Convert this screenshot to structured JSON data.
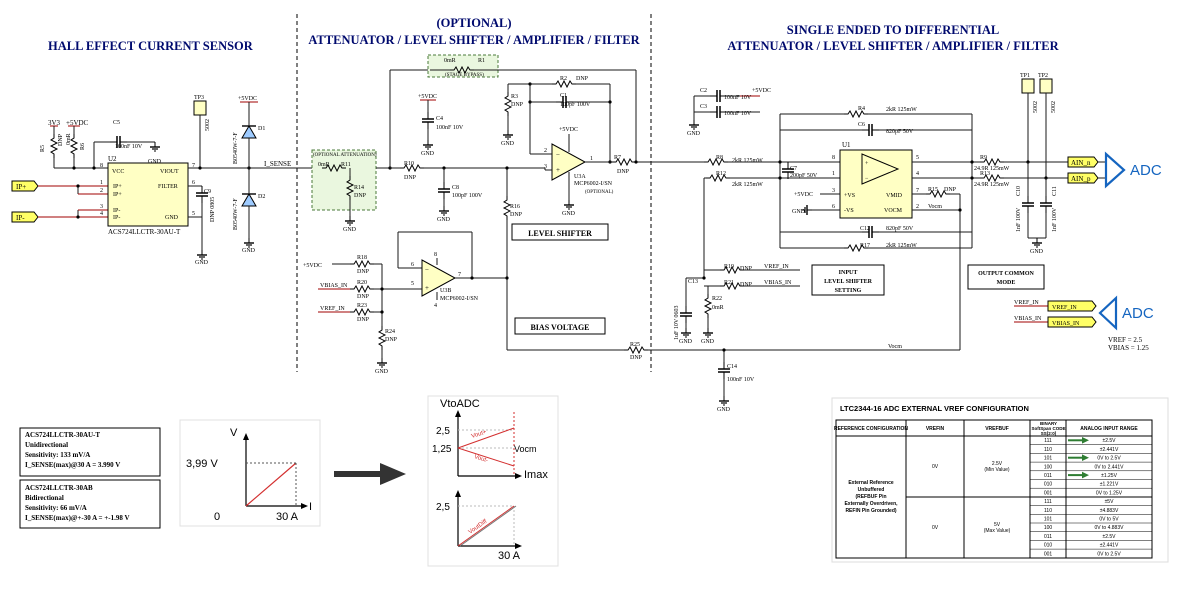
{
  "titles": {
    "hall": "HALL EFFECT CURRENT SENSOR",
    "optional_a": "(OPTIONAL)",
    "optional_b": "ATTENUATOR / LEVEL SHIFTER / AMPLIFIER / FILTER",
    "se_a": "SINGLE ENDED TO DIFFERENTIAL",
    "se_b": "ATTENUATOR / LEVEL SHIFTER / AMPLIFIER / FILTER"
  },
  "nets": {
    "ip_plus": "IP+",
    "ip_minus": "IP-",
    "v3v3": "3V3",
    "v5": "+5VDC",
    "i_sense": "I_SENSE",
    "vbias_in": "VBIAS_IN",
    "vref_in": "VREF_IN",
    "ain_n": "AIN_n",
    "ain_p": "AIN_p",
    "vocm": "Vocm",
    "gnd": "GND",
    "stage_bypass": "(STAGE BYPASS)",
    "opt_atten": "(OPTIONAL ATTENUATION)",
    "optional": "(OPTIONAL)"
  },
  "components": {
    "u2": "U2",
    "u2_part": "ACS724LLCTR-30AU-T",
    "u2_vcc": "VCC",
    "u2_vout": "VIOUT",
    "u2_filter": "FILTER",
    "u2_ipp": "IP+",
    "u2_ipm": "IP-",
    "u2_gnd": "GND",
    "r5": "R5",
    "r5_dnp": "DNP",
    "r6": "R6",
    "r6_val": "0mR",
    "c5": "C5",
    "c5_val": "100nF 10V",
    "c9": "C9",
    "c9_val": "DNP 0805",
    "tp3": "TP3",
    "tp3_val": "5002",
    "d1": "D1",
    "d1_part": "B0540W-7-F",
    "d2": "D2",
    "d2_part": "B0540W-7-F",
    "r11": "R11",
    "r11_val": "0mR",
    "r14": "R14",
    "r14_val": "DNP",
    "r1": "R1",
    "r1_val": "0mR",
    "r2": "R2",
    "r2_val": "DNP",
    "r3": "R3",
    "r3_val": "DNP",
    "c1": "C1",
    "c1_val": "100pF 100V",
    "c4": "C4",
    "c4_val": "100nF 10V",
    "r10": "R10",
    "r10_val": "DNP",
    "c8": "C8",
    "c8_val": "100pF 100V",
    "u3a": "U3A",
    "u3a_part": "MCP6002-I/SN",
    "r7": "R7",
    "r7_val": "DNP",
    "r16": "R16",
    "r16_val": "DNP",
    "r18": "R18",
    "r18_val": "DNP",
    "r20": "R20",
    "r20_val": "DNP",
    "r23": "R23",
    "r23_val": "DNP",
    "r24": "R24",
    "r24_val": "DNP",
    "u3b": "U3B",
    "u3b_part": "MCP6002-I/SN",
    "r25": "R25",
    "r25_val": "DNP",
    "c2": "C2",
    "c2_val": "100nF 10V",
    "c3": "C3",
    "c3_val": "100nF 10V",
    "r4": "R4",
    "r4_val": "2kR 125mW",
    "c6": "C6",
    "c6_val": "820pF 50V",
    "r8": "R8",
    "r8_val": "2kR 125mW",
    "r12": "R12",
    "r12_val": "2kR 125mW",
    "c7": "C7",
    "c7_val": "200pF 50V",
    "u1": "U1",
    "u1_vs_p": "+VS",
    "u1_vs_n": "-VS",
    "u1_vmid": "VMID",
    "u1_vocm": "VOCM",
    "r15": "R15",
    "r15_val": "DNP",
    "c12": "C12",
    "c12_val": "820pF 50V",
    "r17": "R17",
    "r17_val": "2kR 125mW",
    "r9": "R9",
    "r9_val": "24.9R 125mW",
    "r13": "R13",
    "r13_val": "24.9R 125mW",
    "c13": "C13",
    "c13_val": "1uF 10V 0603",
    "r19": "R19",
    "r19_val": "DNP",
    "r21": "R21",
    "r21_val": "DNP",
    "r22": "R22",
    "r22_val": "0mR",
    "c14": "C14",
    "c14_val": "100nF 10V",
    "tp1": "TP1",
    "tp2": "TP2",
    "tp_val": "5002",
    "c10": "C10",
    "c10_val": "1nF 100V",
    "c11": "C11",
    "c11_val": "1nF 100V"
  },
  "boxes": {
    "level_shifter": "LEVEL SHIFTER",
    "bias_voltage": "BIAS VOLTAGE",
    "input_ls": [
      "INPUT",
      "LEVEL SHIFTER",
      "SETTING"
    ],
    "ocm": [
      "OUTPUT COMMON",
      "MODE"
    ]
  },
  "adc": {
    "label": "ADC",
    "vref_note": "VREF = 2.5",
    "vbias_note": "VBIAS = 1.25"
  },
  "sensor_notes": [
    {
      "part": "ACS724LLCTR-30AU-T",
      "mode": "Unidirectional",
      "sens": "Sensitivity: 133 mV/A",
      "max": "I_SENSE(max)@30 A = 3.990 V"
    },
    {
      "part": "ACS724LLCTR-30AB",
      "mode": "Bidirectional",
      "sens": "Sensitivity: 66 mV/A",
      "max": "I_SENSE(max)@+-30 A = +-1.98 V"
    }
  ],
  "graph1": {
    "v": "V",
    "i": "I",
    "vmax": "3,99 V",
    "zero": "0",
    "imax": "30 A"
  },
  "graph2": {
    "title": "VtoADC",
    "y1": "2,5",
    "y2": "1,25",
    "y3": "2,5",
    "voutp": "Vout+",
    "voutn": "Vout-",
    "vocm": "Vocm",
    "imax": "Imax",
    "voutdiff": "VoutDiff",
    "x": "30 A"
  },
  "vref_table": {
    "title": "LTC2344-16 ADC EXTERNAL VREF CONFIGURATION",
    "headers": [
      "REFERENCE CONFIGURATION",
      "VREFIN",
      "VREFBUF",
      "BINARY SoftSpan CODE SS[2:0]",
      "ANALOG INPUT RANGE"
    ],
    "ref_config": [
      "External Reference",
      "Unbuffered",
      "(REFBUF Pin",
      "Externally Overdriven,",
      "REFIN Pin Grounded)"
    ],
    "vrefin": [
      "0V",
      "0V"
    ],
    "vrefbuf": [
      [
        "2.5V",
        "(Min Value)"
      ],
      [
        "5V",
        "(Max Value)"
      ]
    ],
    "rows": [
      {
        "code": "111",
        "range": "±2.5V"
      },
      {
        "code": "110",
        "range": "±2.441V"
      },
      {
        "code": "101",
        "range": "0V to 2.5V"
      },
      {
        "code": "100",
        "range": "0V to 2.441V"
      },
      {
        "code": "011",
        "range": "±1.25V"
      },
      {
        "code": "010",
        "range": "±1.221V"
      },
      {
        "code": "001",
        "range": "0V to 1.25V"
      },
      {
        "code": "111",
        "range": "±5V"
      },
      {
        "code": "110",
        "range": "±4.883V"
      },
      {
        "code": "101",
        "range": "0V to 5V"
      },
      {
        "code": "100",
        "range": "0V to 4.883V"
      },
      {
        "code": "011",
        "range": "±2.5V"
      },
      {
        "code": "010",
        "range": "±2.441V"
      },
      {
        "code": "001",
        "range": "0V to 2.5V"
      }
    ],
    "arrow_color": "#2e7d32"
  }
}
